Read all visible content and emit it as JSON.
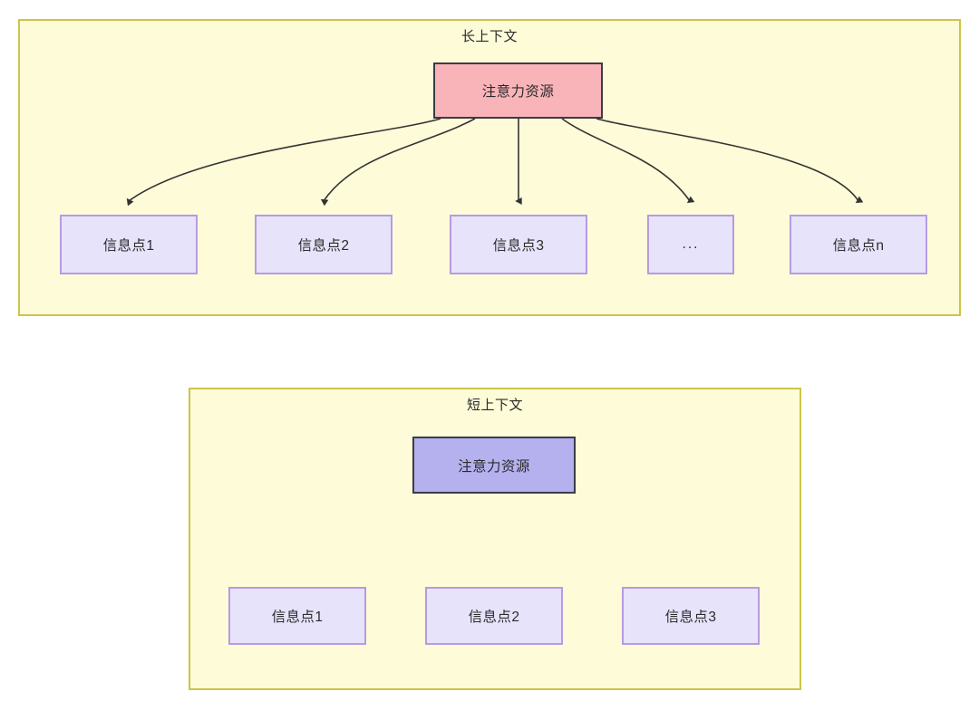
{
  "diagram": {
    "type": "flowchart",
    "groups": [
      {
        "id": "long-context",
        "title": "长上下文",
        "root": {
          "label": "注意力资源",
          "fill": "#f9b4b9",
          "stroke": "#3b3b47"
        },
        "leaves": [
          {
            "label": "信息点1"
          },
          {
            "label": "信息点2"
          },
          {
            "label": "信息点3"
          },
          {
            "label": "..."
          },
          {
            "label": "信息点n"
          }
        ]
      },
      {
        "id": "short-context",
        "title": "短上下文",
        "root": {
          "label": "注意力资源",
          "fill": "#b5b0ee",
          "stroke": "#3b3b47"
        },
        "leaves": [
          {
            "label": "信息点1"
          },
          {
            "label": "信息点2"
          },
          {
            "label": "信息点3"
          }
        ]
      }
    ],
    "colors": {
      "group_fill": "#fdfbd8",
      "group_stroke": "#cdc54a",
      "leaf_fill": "#e7e3fb",
      "leaf_stroke": "#b69be2",
      "edge": "#333333",
      "text": "#2b2b2b",
      "background": "#ffffff"
    }
  }
}
